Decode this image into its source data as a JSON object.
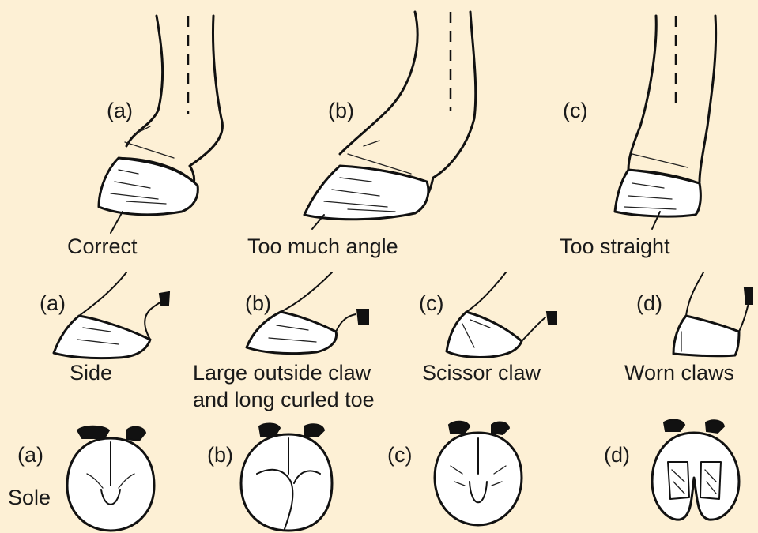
{
  "row1": {
    "items": [
      {
        "tag": "(a)",
        "caption": "Correct"
      },
      {
        "tag": "(b)",
        "caption": "Too much angle"
      },
      {
        "tag": "(c)",
        "caption": "Too straight"
      }
    ]
  },
  "row2": {
    "items": [
      {
        "tag": "(a)",
        "caption": "Side"
      },
      {
        "tag": "(b)",
        "caption_line1": "Large outside claw",
        "caption_line2": "and long curled toe"
      },
      {
        "tag": "(c)",
        "caption": "Scissor claw"
      },
      {
        "tag": "(d)",
        "caption": "Worn claws"
      }
    ]
  },
  "row3": {
    "side_label": "Sole",
    "items": [
      {
        "tag": "(a)"
      },
      {
        "tag": "(b)"
      },
      {
        "tag": "(c)"
      },
      {
        "tag": "(d)"
      }
    ]
  },
  "colors": {
    "background": "#fdf0d5",
    "ink": "#111111",
    "hoof_fill": "#ffffff"
  }
}
